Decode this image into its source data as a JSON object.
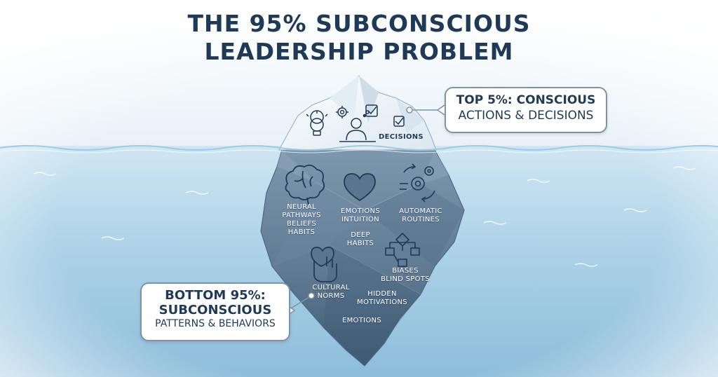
{
  "title": {
    "line1": "THE 95% SUBCONSCIOUS",
    "line2": "LEADERSHIP PROBLEM"
  },
  "callout_top": {
    "line1": "TOP 5%: CONSCIOUS",
    "line2": "ACTIONS & DECISIONS"
  },
  "callout_bottom": {
    "line1": "BOTTOM 95%:",
    "line2": "SUBCONSCIOUS",
    "line3": "PATTERNS & BEHAVIORS"
  },
  "tip": {
    "decisions_label": "DECISIONS"
  },
  "underwater": {
    "neural": [
      "NEURAL",
      "PATHWAYS",
      "BELIEFS",
      "HABITS"
    ],
    "emotions_intuition": [
      "EMOTIONS",
      "INTUITION"
    ],
    "automatic": [
      "AUTOMATIC",
      "ROUTINES"
    ],
    "deep_habits": [
      "DEEP",
      "HABITS"
    ],
    "biases": [
      "BIASES",
      "BLIND SPOTS"
    ],
    "cultural": [
      "CULTURAL",
      "NORMS"
    ],
    "hidden": [
      "HIDDEN",
      "MOTIVATIONS"
    ],
    "emotions": "EMOTIONS"
  },
  "colors": {
    "title": "#1f3a57",
    "water": "#cfe6f3",
    "ice_top": "#eef5fa",
    "ice_under": "#6f8aa3"
  },
  "icons": [
    "lightbulb-icon",
    "gear-icon",
    "checkbox-icon",
    "person-icon",
    "brain-icon",
    "heart-icon",
    "gears-cycle-icon",
    "heart-hand-icon",
    "flowchart-icon"
  ]
}
